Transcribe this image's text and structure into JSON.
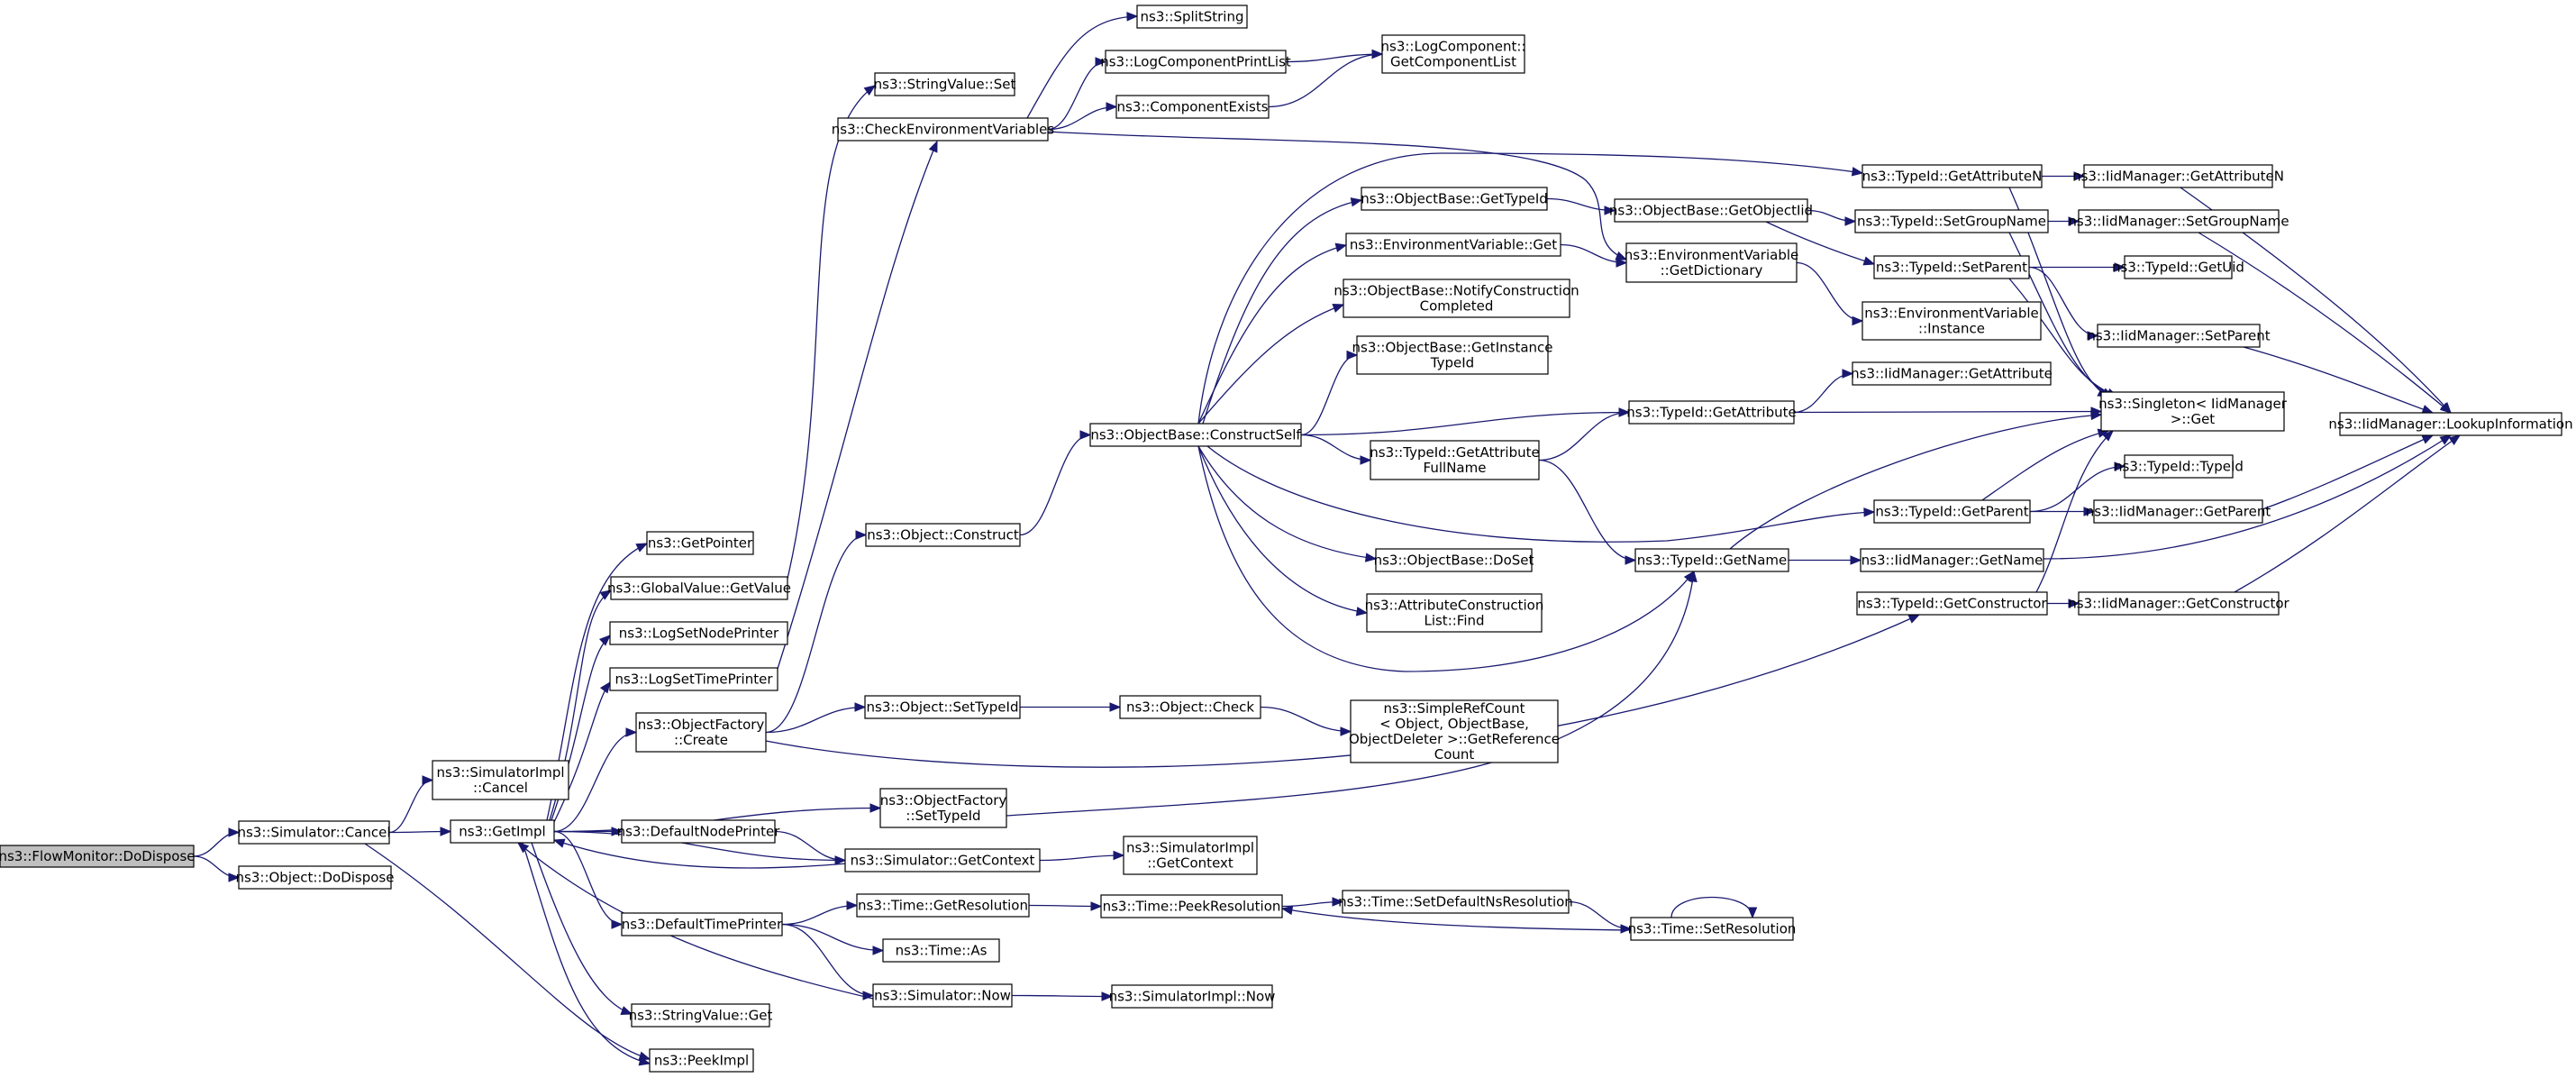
{
  "graph": {
    "colors": {
      "edge": "#191970",
      "node_border": "#000000",
      "root_fill": "#bfbfbf",
      "node_fill": "#ffffff"
    },
    "nodes": [
      {
        "id": "FlowMonitorDoDispose",
        "lines": [
          "ns3::FlowMonitor::DoDispose"
        ],
        "root": true
      },
      {
        "id": "SimulatorCancel",
        "lines": [
          "ns3::Simulator::Cancel"
        ]
      },
      {
        "id": "ObjectDoDispose",
        "lines": [
          "ns3::Object::DoDispose"
        ]
      },
      {
        "id": "SimulatorImplCancel",
        "lines": [
          "ns3::SimulatorImpl",
          "::Cancel"
        ]
      },
      {
        "id": "GetImpl",
        "lines": [
          "ns3::GetImpl"
        ]
      },
      {
        "id": "GetPointer",
        "lines": [
          "ns3::GetPointer"
        ]
      },
      {
        "id": "GlobalValueGetValue",
        "lines": [
          "ns3::GlobalValue::GetValue"
        ]
      },
      {
        "id": "LogSetNodePrinter",
        "lines": [
          "ns3::LogSetNodePrinter"
        ]
      },
      {
        "id": "LogSetTimePrinter",
        "lines": [
          "ns3::LogSetTimePrinter"
        ]
      },
      {
        "id": "ObjectFactoryCreate",
        "lines": [
          "ns3::ObjectFactory",
          "::Create"
        ]
      },
      {
        "id": "DefaultNodePrinter",
        "lines": [
          "ns3::DefaultNodePrinter"
        ]
      },
      {
        "id": "DefaultTimePrinter",
        "lines": [
          "ns3::DefaultTimePrinter"
        ]
      },
      {
        "id": "StringValueGet",
        "lines": [
          "ns3::StringValue::Get"
        ]
      },
      {
        "id": "PeekImpl",
        "lines": [
          "ns3::PeekImpl"
        ]
      },
      {
        "id": "StringValueSet",
        "lines": [
          "ns3::StringValue::Set"
        ]
      },
      {
        "id": "CheckEnvironmentVariables",
        "lines": [
          "ns3::CheckEnvironmentVariables"
        ]
      },
      {
        "id": "ObjectConstruct",
        "lines": [
          "ns3::Object::Construct"
        ]
      },
      {
        "id": "ObjectSetTypeId",
        "lines": [
          "ns3::Object::SetTypeId"
        ]
      },
      {
        "id": "ObjectFactorySetTypeId",
        "lines": [
          "ns3::ObjectFactory",
          "::SetTypeId"
        ]
      },
      {
        "id": "SimulatorGetContext",
        "lines": [
          "ns3::Simulator::GetContext"
        ]
      },
      {
        "id": "TimeGetResolution",
        "lines": [
          "ns3::Time::GetResolution"
        ]
      },
      {
        "id": "TimeAs",
        "lines": [
          "ns3::Time::As"
        ]
      },
      {
        "id": "SimulatorNow",
        "lines": [
          "ns3::Simulator::Now"
        ]
      },
      {
        "id": "SplitString",
        "lines": [
          "ns3::SplitString"
        ]
      },
      {
        "id": "LogComponentPrintList",
        "lines": [
          "ns3::LogComponentPrintList"
        ]
      },
      {
        "id": "ComponentExists",
        "lines": [
          "ns3::ComponentExists"
        ]
      },
      {
        "id": "ObjectBaseConstructSelf",
        "lines": [
          "ns3::ObjectBase::ConstructSelf"
        ]
      },
      {
        "id": "ObjectCheck",
        "lines": [
          "ns3::Object::Check"
        ]
      },
      {
        "id": "SimulatorImplGetContext",
        "lines": [
          "ns3::SimulatorImpl",
          "::GetContext"
        ]
      },
      {
        "id": "TimePeekResolution",
        "lines": [
          "ns3::Time::PeekResolution"
        ]
      },
      {
        "id": "SimulatorImplNow",
        "lines": [
          "ns3::SimulatorImpl::Now"
        ]
      },
      {
        "id": "LogComponentGetComponentList",
        "lines": [
          "ns3::LogComponent::",
          "GetComponentList"
        ]
      },
      {
        "id": "ObjectBaseGetTypeId",
        "lines": [
          "ns3::ObjectBase::GetTypeId"
        ]
      },
      {
        "id": "EnvironmentVariableGet",
        "lines": [
          "ns3::EnvironmentVariable::Get"
        ]
      },
      {
        "id": "ObjectBaseNotifyConstructionCompleted",
        "lines": [
          "ns3::ObjectBase::NotifyConstruction",
          "Completed"
        ]
      },
      {
        "id": "ObjectBaseGetInstanceTypeId",
        "lines": [
          "ns3::ObjectBase::GetInstance",
          "TypeId"
        ]
      },
      {
        "id": "TypeIdGetAttributeFullName",
        "lines": [
          "ns3::TypeId::GetAttribute",
          "FullName"
        ]
      },
      {
        "id": "ObjectBaseDoSet",
        "lines": [
          "ns3::ObjectBase::DoSet"
        ]
      },
      {
        "id": "AttributeConstructionListFind",
        "lines": [
          "ns3::AttributeConstruction",
          "List::Find"
        ]
      },
      {
        "id": "SimpleRefCountGetReferenceCount",
        "lines": [
          "ns3::SimpleRefCount",
          "< Object, ObjectBase,",
          "ObjectDeleter >::GetReference",
          "Count"
        ]
      },
      {
        "id": "TimeSetDefaultNsResolution",
        "lines": [
          "ns3::Time::SetDefaultNsResolution"
        ]
      },
      {
        "id": "ObjectBaseGetObjectIid",
        "lines": [
          "ns3::ObjectBase::GetObjectIid"
        ]
      },
      {
        "id": "EnvironmentVariableGetDictionary",
        "lines": [
          "ns3::EnvironmentVariable",
          "::GetDictionary"
        ]
      },
      {
        "id": "TypeIdGetAttribute",
        "lines": [
          "ns3::TypeId::GetAttribute"
        ]
      },
      {
        "id": "TypeIdGetName",
        "lines": [
          "ns3::TypeId::GetName"
        ]
      },
      {
        "id": "TimeSetResolution",
        "lines": [
          "ns3::Time::SetResolution"
        ]
      },
      {
        "id": "TypeIdGetAttributeN",
        "lines": [
          "ns3::TypeId::GetAttributeN"
        ]
      },
      {
        "id": "TypeIdSetGroupName",
        "lines": [
          "ns3::TypeId::SetGroupName"
        ]
      },
      {
        "id": "TypeIdSetParent",
        "lines": [
          "ns3::TypeId::SetParent"
        ]
      },
      {
        "id": "EnvironmentVariableInstance",
        "lines": [
          "ns3::EnvironmentVariable",
          "::Instance"
        ]
      },
      {
        "id": "IidManagerGetAttribute",
        "lines": [
          "ns3::IidManager::GetAttribute"
        ]
      },
      {
        "id": "TypeIdGetParent",
        "lines": [
          "ns3::TypeId::GetParent"
        ]
      },
      {
        "id": "IidManagerGetName",
        "lines": [
          "ns3::IidManager::GetName"
        ]
      },
      {
        "id": "TypeIdGetConstructor",
        "lines": [
          "ns3::TypeId::GetConstructor"
        ]
      },
      {
        "id": "IidManagerGetAttributeN",
        "lines": [
          "ns3::IidManager::GetAttributeN"
        ]
      },
      {
        "id": "IidManagerSetGroupName",
        "lines": [
          "ns3::IidManager::SetGroupName"
        ]
      },
      {
        "id": "TypeIdGetUid",
        "lines": [
          "ns3::TypeId::GetUid"
        ]
      },
      {
        "id": "IidManagerSetParent",
        "lines": [
          "ns3::IidManager::SetParent"
        ]
      },
      {
        "id": "SingletonIidManagerGet",
        "lines": [
          "ns3::Singleton< IidManager",
          ">::Get"
        ]
      },
      {
        "id": "TypeIdTypeId",
        "lines": [
          "ns3::TypeId::TypeId"
        ]
      },
      {
        "id": "IidManagerGetParent",
        "lines": [
          "ns3::IidManager::GetParent"
        ]
      },
      {
        "id": "IidManagerGetConstructor",
        "lines": [
          "ns3::IidManager::GetConstructor"
        ]
      },
      {
        "id": "IidManagerLookupInformation",
        "lines": [
          "ns3::IidManager::LookupInformation"
        ]
      }
    ],
    "edges": [
      [
        "FlowMonitorDoDispose",
        "SimulatorCancel"
      ],
      [
        "FlowMonitorDoDispose",
        "ObjectDoDispose"
      ],
      [
        "SimulatorCancel",
        "SimulatorImplCancel"
      ],
      [
        "SimulatorCancel",
        "GetImpl"
      ],
      [
        "SimulatorCancel",
        "PeekImpl"
      ],
      [
        "GetImpl",
        "GetPointer"
      ],
      [
        "GetImpl",
        "GlobalValueGetValue"
      ],
      [
        "GetImpl",
        "LogSetNodePrinter"
      ],
      [
        "GetImpl",
        "LogSetTimePrinter"
      ],
      [
        "GetImpl",
        "ObjectFactoryCreate"
      ],
      [
        "GetImpl",
        "ObjectFactorySetTypeId"
      ],
      [
        "GetImpl",
        "DefaultNodePrinter"
      ],
      [
        "GetImpl",
        "SimulatorGetContext"
      ],
      [
        "GetImpl",
        "DefaultTimePrinter"
      ],
      [
        "GetImpl",
        "StringValueGet"
      ],
      [
        "GetImpl",
        "PeekImpl"
      ],
      [
        "GlobalValueGetValue",
        "StringValueSet"
      ],
      [
        "LogSetTimePrinter",
        "CheckEnvironmentVariables"
      ],
      [
        "ObjectFactoryCreate",
        "ObjectConstruct"
      ],
      [
        "ObjectFactoryCreate",
        "ObjectSetTypeId"
      ],
      [
        "ObjectFactoryCreate",
        "TypeIdGetConstructor"
      ],
      [
        "DefaultNodePrinter",
        "SimulatorGetContext"
      ],
      [
        "SimulatorGetContext",
        "GetImpl"
      ],
      [
        "SimulatorGetContext",
        "SimulatorImplGetContext"
      ],
      [
        "DefaultTimePrinter",
        "TimeGetResolution"
      ],
      [
        "DefaultTimePrinter",
        "TimeAs"
      ],
      [
        "DefaultTimePrinter",
        "SimulatorNow"
      ],
      [
        "SimulatorNow",
        "GetImpl"
      ],
      [
        "SimulatorNow",
        "SimulatorImplNow"
      ],
      [
        "TimeGetResolution",
        "TimePeekResolution"
      ],
      [
        "TimePeekResolution",
        "TimeSetDefaultNsResolution"
      ],
      [
        "TimeSetDefaultNsResolution",
        "TimeSetResolution"
      ],
      [
        "TimeSetResolution",
        "TimePeekResolution"
      ],
      [
        "TimeSetResolution",
        "TimeSetResolution"
      ],
      [
        "CheckEnvironmentVariables",
        "SplitString"
      ],
      [
        "CheckEnvironmentVariables",
        "LogComponentPrintList"
      ],
      [
        "CheckEnvironmentVariables",
        "ComponentExists"
      ],
      [
        "CheckEnvironmentVariables",
        "EnvironmentVariableGetDictionary"
      ],
      [
        "LogComponentPrintList",
        "LogComponentGetComponentList"
      ],
      [
        "ComponentExists",
        "LogComponentGetComponentList"
      ],
      [
        "ObjectConstruct",
        "ObjectBaseConstructSelf"
      ],
      [
        "ObjectSetTypeId",
        "ObjectCheck"
      ],
      [
        "ObjectCheck",
        "SimpleRefCountGetReferenceCount"
      ],
      [
        "ObjectFactorySetTypeId",
        "TypeIdGetName"
      ],
      [
        "ObjectBaseConstructSelf",
        "ObjectBaseGetTypeId"
      ],
      [
        "ObjectBaseConstructSelf",
        "EnvironmentVariableGet"
      ],
      [
        "ObjectBaseConstructSelf",
        "ObjectBaseNotifyConstructionCompleted"
      ],
      [
        "ObjectBaseConstructSelf",
        "ObjectBaseGetInstanceTypeId"
      ],
      [
        "ObjectBaseConstructSelf",
        "TypeIdGetAttributeFullName"
      ],
      [
        "ObjectBaseConstructSelf",
        "ObjectBaseDoSet"
      ],
      [
        "ObjectBaseConstructSelf",
        "AttributeConstructionListFind"
      ],
      [
        "ObjectBaseConstructSelf",
        "TypeIdGetAttribute"
      ],
      [
        "ObjectBaseConstructSelf",
        "TypeIdGetAttributeN"
      ],
      [
        "ObjectBaseConstructSelf",
        "TypeIdGetName"
      ],
      [
        "ObjectBaseConstructSelf",
        "TypeIdGetParent"
      ],
      [
        "ObjectBaseGetTypeId",
        "ObjectBaseGetObjectIid"
      ],
      [
        "ObjectBaseGetObjectIid",
        "TypeIdSetGroupName"
      ],
      [
        "ObjectBaseGetObjectIid",
        "TypeIdSetParent"
      ],
      [
        "EnvironmentVariableGet",
        "EnvironmentVariableGetDictionary"
      ],
      [
        "EnvironmentVariableGetDictionary",
        "EnvironmentVariableInstance"
      ],
      [
        "TypeIdGetAttributeFullName",
        "TypeIdGetAttribute"
      ],
      [
        "TypeIdGetAttributeFullName",
        "TypeIdGetName"
      ],
      [
        "TypeIdGetAttribute",
        "IidManagerGetAttribute"
      ],
      [
        "TypeIdGetAttribute",
        "SingletonIidManagerGet"
      ],
      [
        "TypeIdGetName",
        "SingletonIidManagerGet"
      ],
      [
        "TypeIdGetName",
        "IidManagerGetName"
      ],
      [
        "TypeIdGetAttributeN",
        "IidManagerGetAttributeN"
      ],
      [
        "TypeIdGetAttributeN",
        "SingletonIidManagerGet"
      ],
      [
        "TypeIdSetGroupName",
        "IidManagerSetGroupName"
      ],
      [
        "TypeIdSetGroupName",
        "SingletonIidManagerGet"
      ],
      [
        "TypeIdSetParent",
        "TypeIdGetUid"
      ],
      [
        "TypeIdSetParent",
        "IidManagerSetParent"
      ],
      [
        "TypeIdSetParent",
        "SingletonIidManagerGet"
      ],
      [
        "TypeIdGetParent",
        "SingletonIidManagerGet"
      ],
      [
        "TypeIdGetParent",
        "TypeIdTypeId"
      ],
      [
        "TypeIdGetParent",
        "IidManagerGetParent"
      ],
      [
        "TypeIdGetConstructor",
        "SingletonIidManagerGet"
      ],
      [
        "TypeIdGetConstructor",
        "IidManagerGetConstructor"
      ],
      [
        "IidManagerGetAttributeN",
        "IidManagerLookupInformation"
      ],
      [
        "IidManagerSetGroupName",
        "IidManagerLookupInformation"
      ],
      [
        "IidManagerSetParent",
        "IidManagerLookupInformation"
      ],
      [
        "IidManagerGetParent",
        "IidManagerLookupInformation"
      ],
      [
        "IidManagerGetName",
        "IidManagerLookupInformation"
      ],
      [
        "IidManagerGetConstructor",
        "IidManagerLookupInformation"
      ]
    ]
  }
}
